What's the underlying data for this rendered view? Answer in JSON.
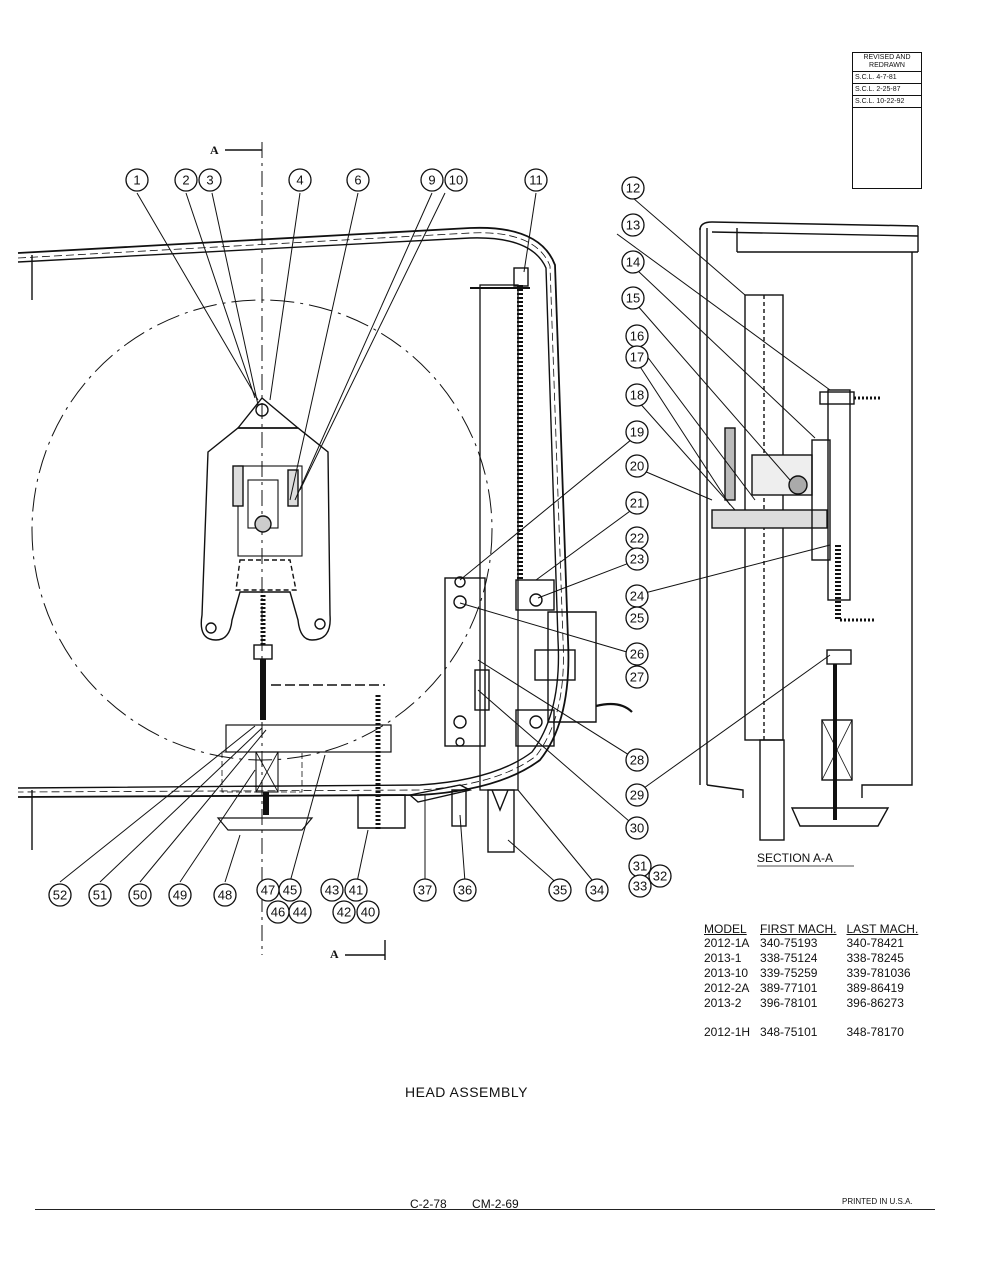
{
  "revision": {
    "header": "REVISED AND REDRAWN",
    "entries": [
      "S.C.L. 4-7-81",
      "S.C.L. 2-25-87",
      "S.C.L. 10-22-92"
    ]
  },
  "section_marks": {
    "top": "A",
    "bottom": "A"
  },
  "section_label": "SECTION A-A",
  "callouts": [
    {
      "id": "c1",
      "text": "1"
    },
    {
      "id": "c2",
      "text": "2"
    },
    {
      "id": "c3",
      "text": "3"
    },
    {
      "id": "c4",
      "text": "4"
    },
    {
      "id": "c6",
      "text": "6"
    },
    {
      "id": "c9",
      "text": "9"
    },
    {
      "id": "c10",
      "text": "10"
    },
    {
      "id": "c11",
      "text": "11"
    },
    {
      "id": "c12",
      "text": "12"
    },
    {
      "id": "c13",
      "text": "13"
    },
    {
      "id": "c14",
      "text": "14"
    },
    {
      "id": "c15",
      "text": "15"
    },
    {
      "id": "c16",
      "text": "16"
    },
    {
      "id": "c17",
      "text": "17"
    },
    {
      "id": "c18",
      "text": "18"
    },
    {
      "id": "c19",
      "text": "19"
    },
    {
      "id": "c20",
      "text": "20"
    },
    {
      "id": "c21",
      "text": "21"
    },
    {
      "id": "c22",
      "text": "22"
    },
    {
      "id": "c23",
      "text": "23"
    },
    {
      "id": "c24",
      "text": "24"
    },
    {
      "id": "c25",
      "text": "25"
    },
    {
      "id": "c26",
      "text": "26"
    },
    {
      "id": "c27",
      "text": "27"
    },
    {
      "id": "c28",
      "text": "28"
    },
    {
      "id": "c29",
      "text": "29"
    },
    {
      "id": "c30",
      "text": "30"
    },
    {
      "id": "c31",
      "text": "31"
    },
    {
      "id": "c32",
      "text": "32"
    },
    {
      "id": "c33",
      "text": "33"
    },
    {
      "id": "c34",
      "text": "34"
    },
    {
      "id": "c35",
      "text": "35"
    },
    {
      "id": "c36",
      "text": "36"
    },
    {
      "id": "c37",
      "text": "37"
    },
    {
      "id": "c40",
      "text": "40"
    },
    {
      "id": "c41",
      "text": "41"
    },
    {
      "id": "c42",
      "text": "42"
    },
    {
      "id": "c43",
      "text": "43"
    },
    {
      "id": "c44",
      "text": "44"
    },
    {
      "id": "c45",
      "text": "45"
    },
    {
      "id": "c46",
      "text": "46"
    },
    {
      "id": "c47",
      "text": "47"
    },
    {
      "id": "c48",
      "text": "48"
    },
    {
      "id": "c49",
      "text": "49"
    },
    {
      "id": "c50",
      "text": "50"
    },
    {
      "id": "c51",
      "text": "51"
    },
    {
      "id": "c52",
      "text": "52"
    }
  ],
  "model_table": {
    "headers": [
      "MODEL",
      "FIRST MACH.",
      "LAST MACH."
    ],
    "rows": [
      [
        "2012-1A",
        "340-75193",
        "340-78421"
      ],
      [
        "2013-1",
        "338-75124",
        "338-78245"
      ],
      [
        "2013-10",
        "339-75259",
        "339-781036"
      ],
      [
        "2012-2A",
        "389-77101",
        "389-86419"
      ],
      [
        "2013-2",
        "396-78101",
        "396-86273"
      ],
      [
        "2012-1H",
        "348-75101",
        "348-78170"
      ]
    ]
  },
  "title": "HEAD ASSEMBLY",
  "footer": {
    "code1": "C-2-78",
    "code2": "CM-2-69",
    "printed": "PRINTED IN U.S.A."
  }
}
